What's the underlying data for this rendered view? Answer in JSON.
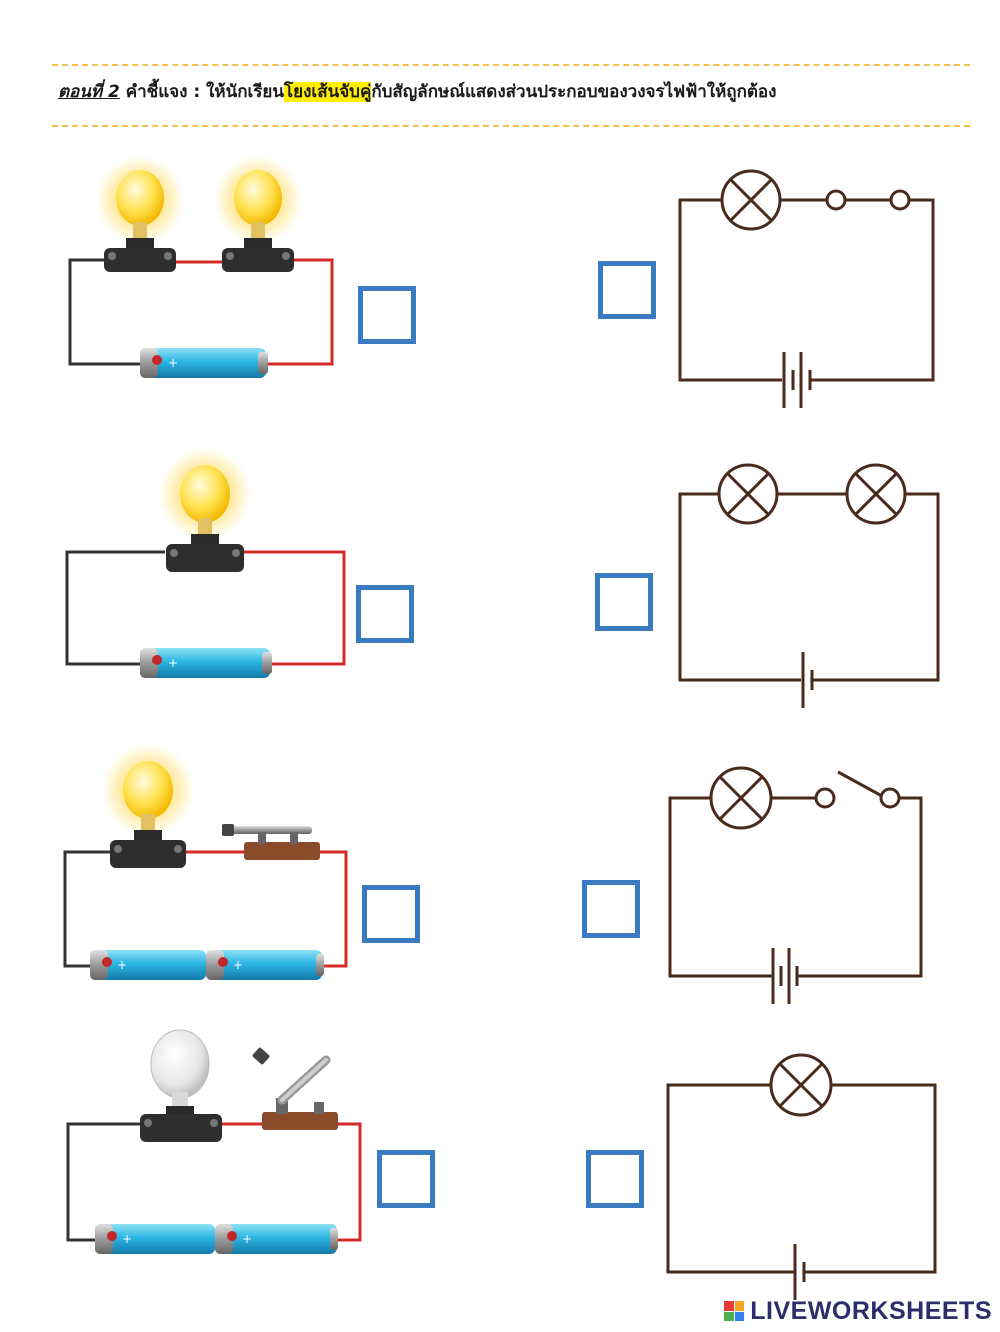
{
  "header": {
    "part_label": "ตอนที่ 2",
    "instruction_prefix": "คำชี้แจง : ให้นักเรียน",
    "instruction_highlight": "โยงเส้นจับคู่",
    "instruction_suffix": "กับสัญลักษณ์แสดงส่วนประกอบของวงจรไฟฟ้าให้ถูกต้อง"
  },
  "left_circuits": [
    {
      "id": "two-lit-bulbs-one-battery",
      "bulbs": 2,
      "bulbs_lit": true,
      "switch": "none",
      "batteries": 1
    },
    {
      "id": "one-lit-bulb-one-battery",
      "bulbs": 1,
      "bulbs_lit": true,
      "switch": "none",
      "batteries": 1
    },
    {
      "id": "lit-bulb-closed-switch-two-batteries",
      "bulbs": 1,
      "bulbs_lit": true,
      "switch": "closed",
      "batteries": 2
    },
    {
      "id": "unlit-bulb-open-switch-two-batteries",
      "bulbs": 1,
      "bulbs_lit": false,
      "switch": "open",
      "batteries": 2
    }
  ],
  "right_circuits": [
    {
      "id": "lamp-closed-switch-two-cells",
      "lamps": 1,
      "switch": "closed",
      "cells": 2
    },
    {
      "id": "two-lamps-one-cell",
      "lamps": 2,
      "switch": "none",
      "cells": 1
    },
    {
      "id": "lamp-open-switch-two-cells",
      "lamps": 1,
      "switch": "open",
      "cells": 2
    },
    {
      "id": "lamp-one-cell",
      "lamps": 1,
      "switch": "none",
      "cells": 1
    }
  ],
  "footer": {
    "brand": "LIVEWORKSHEETS",
    "logo_colors": [
      "#e63b3b",
      "#f5a623",
      "#4caf50",
      "#2f80ed"
    ]
  },
  "colors": {
    "answer_box": "#3a7ac0",
    "wire_red": "#d42a2a",
    "wire_dark": "#333333",
    "symbol_wire": "#4a2a1a",
    "highlight": "#ffee00",
    "dashed_rule": "#f3c04f"
  }
}
